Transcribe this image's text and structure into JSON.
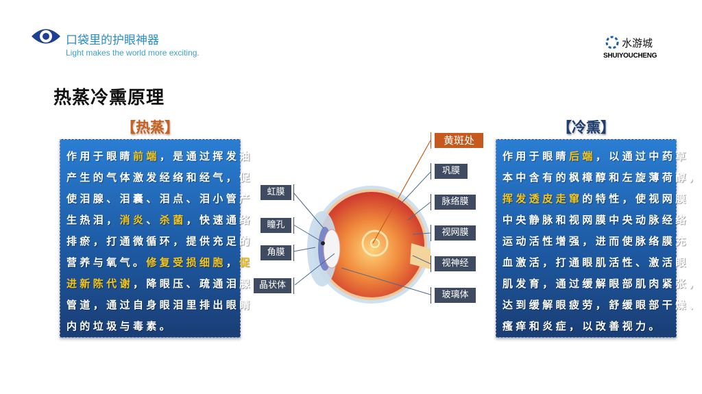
{
  "header": {
    "brand": "口袋里的护眼神器",
    "slogan": "Light makes the world more exciting.",
    "logo_cn": "水游城",
    "logo_en": "SHUIYOUCHENG"
  },
  "title": "热蒸冷熏原理",
  "hot": {
    "heading": "【热蒸】",
    "lines": [
      [
        [
          "作用于眼睛",
          0
        ],
        [
          "前端",
          1
        ],
        [
          "，是通过挥发油",
          0
        ]
      ],
      [
        [
          "产生的气体激发经络和经气，促",
          0
        ]
      ],
      [
        [
          "使泪腺、泪囊、泪点、泪小管产",
          0
        ]
      ],
      [
        [
          "生热泪，",
          0
        ],
        [
          "消炎",
          1
        ],
        [
          "、",
          0
        ],
        [
          "杀菌",
          1
        ],
        [
          "，快速通络",
          0
        ]
      ],
      [
        [
          "排瘀，打通微循环，提供充足的",
          0
        ]
      ],
      [
        [
          "营养与氧气。",
          0
        ],
        [
          "修复受损细胞",
          1
        ],
        [
          "，",
          0
        ],
        [
          "促",
          1
        ]
      ],
      [
        [
          "进新陈代谢",
          1
        ],
        [
          "，降眼压、疏通泪腺",
          0
        ]
      ],
      [
        [
          "管道，通过自身眼泪里排出眼睛",
          0
        ]
      ],
      [
        [
          "内的垃圾与毒素。",
          0
        ]
      ]
    ]
  },
  "cold": {
    "heading": "【冷熏】",
    "lines": [
      [
        [
          "作用于眼睛",
          0
        ],
        [
          "后端",
          1
        ],
        [
          "，以通过中药草",
          0
        ]
      ],
      [
        [
          "本中含有的枫樟醇和左旋薄荷醇，",
          0
        ]
      ],
      [
        [
          "挥发透皮走窜",
          1
        ],
        [
          "的特性，使视网膜",
          0
        ]
      ],
      [
        [
          "中央静脉和视网膜中央动脉经络",
          0
        ]
      ],
      [
        [
          "运动活性增强，进而使脉络膜充",
          0
        ]
      ],
      [
        [
          "血激活，打通眼肌活性、激活眼",
          0
        ]
      ],
      [
        [
          "肌发育，通过缓解眼部肌肉紧张，",
          0
        ]
      ],
      [
        [
          "达到缓解眼疲劳，舒缓眼部干燥、",
          0
        ]
      ],
      [
        [
          "瘙痒和炎症，以改善视力。",
          0
        ]
      ]
    ]
  },
  "diagram": {
    "left_labels": [
      "虹膜",
      "瞳孔",
      "角膜",
      "晶状体"
    ],
    "right_labels": [
      "黄斑处",
      "巩膜",
      "脉络膜",
      "视网膜",
      "视神经",
      "玻璃体"
    ]
  },
  "colors": {
    "highlight": "#f5c518",
    "hot_heading": "#c8601e",
    "cold_heading": "#1f3d6e",
    "macula_label": "#c65a1e",
    "label_bg": "#3f4b60"
  }
}
